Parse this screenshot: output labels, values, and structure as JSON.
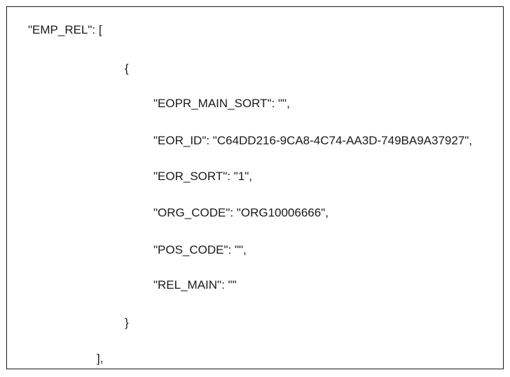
{
  "document": {
    "lines": [
      "\"EMP_REL\": [",
      "{",
      "\"EOPR_MAIN_SORT\": \"\",",
      "\"EOR_ID\": \"C64DD216-9CA8-4C74-AA3D-749BA9A37927\",",
      "\"EOR_SORT\": \"1\",",
      "\"ORG_CODE\": \"ORG10006666\",",
      "\"POS_CODE\": \"\",",
      "\"REL_MAIN\": \"\"",
      "}",
      "],"
    ]
  }
}
